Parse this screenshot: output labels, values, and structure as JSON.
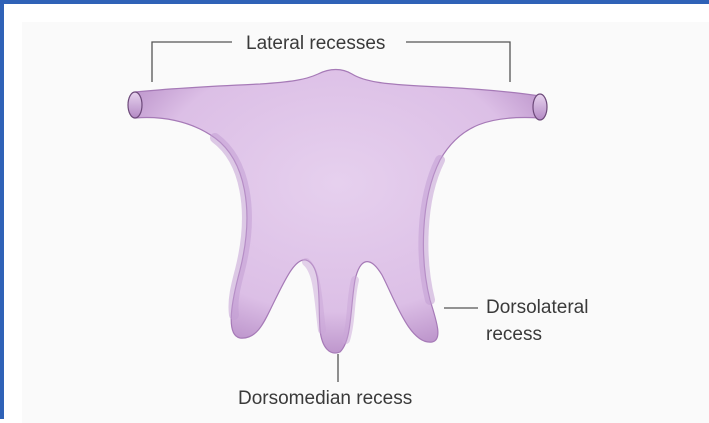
{
  "labels": {
    "lateral_recesses": "Lateral recesses",
    "dorsolateral_recess_line1": "Dorsolateral",
    "dorsolateral_recess_line2": "recess",
    "dorsomedian_recess": "Dorsomedian recess"
  },
  "colors": {
    "frame_border": "#2f62b7",
    "fill_light": "#e2c9ea",
    "fill_shade": "#a77ab8",
    "outline": "#9a6aad",
    "leader_line": "#555555",
    "text": "#3a3a3a"
  }
}
